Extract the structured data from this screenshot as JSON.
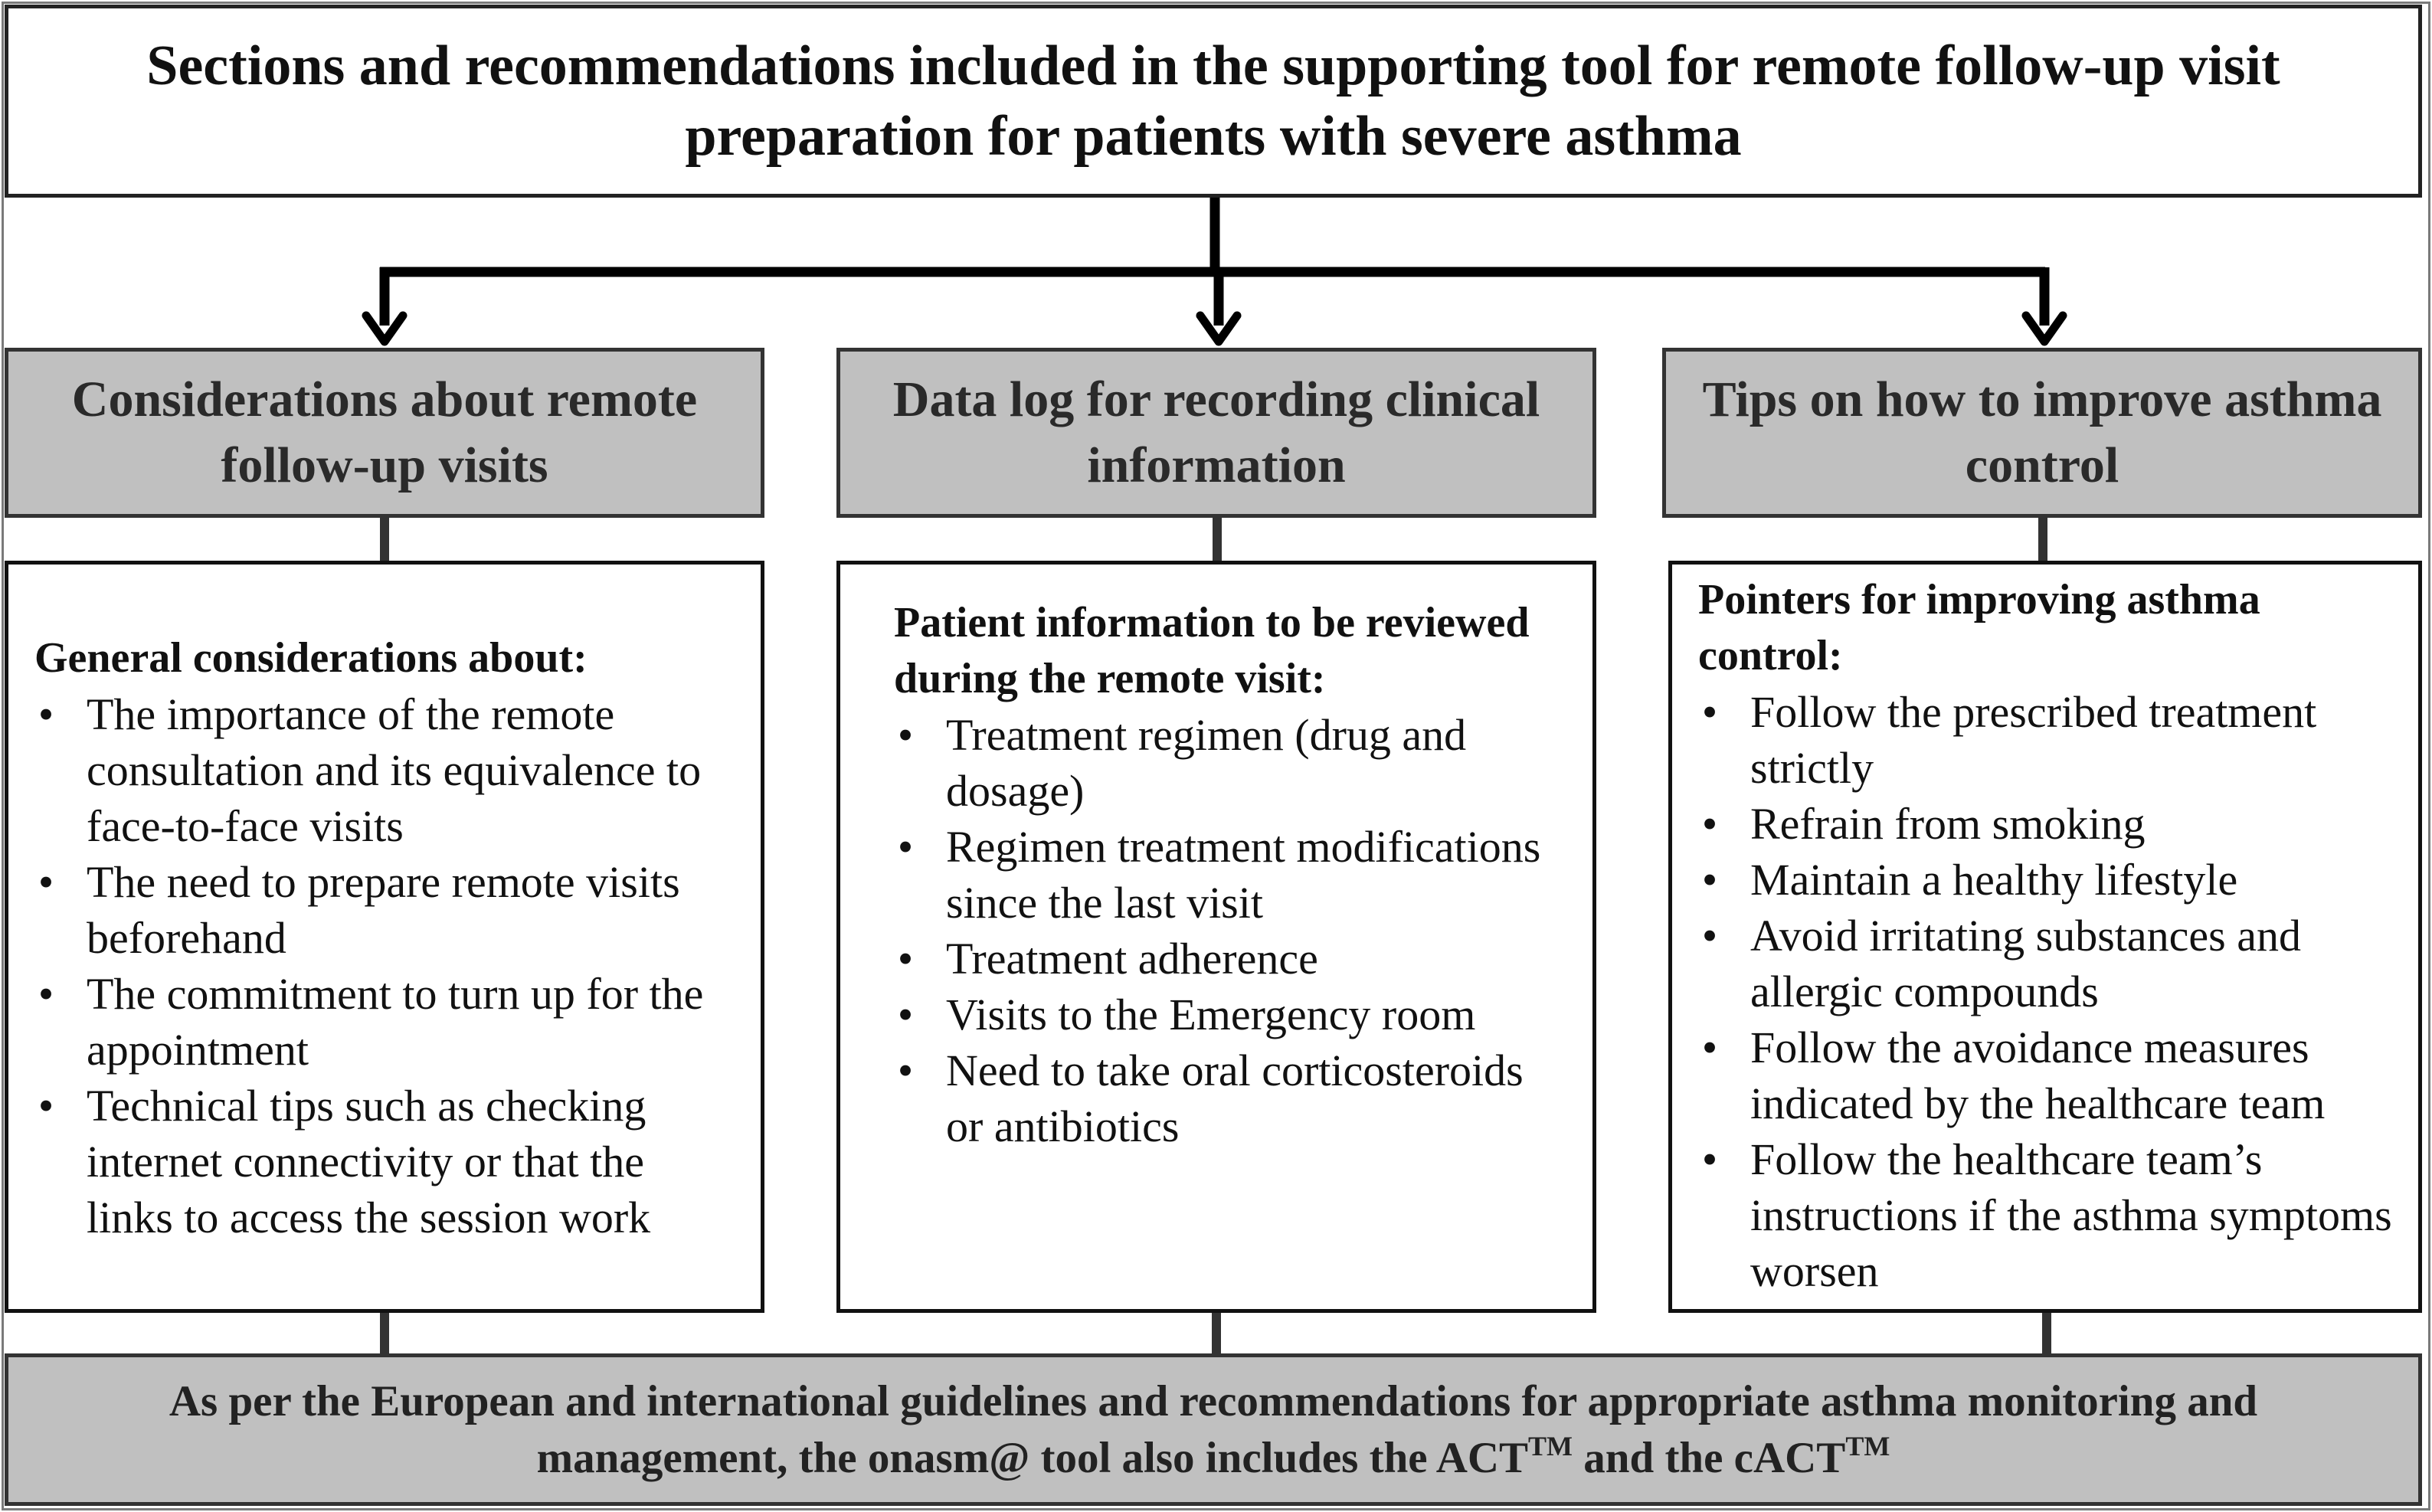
{
  "title": "Sections and recommendations included in the supporting tool for remote follow-up visit preparation for patients with severe asthma",
  "sections": [
    {
      "heading": "Considerations about remote follow-up visits",
      "content_title": "General considerations about:",
      "items": [
        "The importance of the remote consultation and its equivalence to face-to-face visits",
        "The need to prepare remote visits beforehand",
        "The commitment to turn up for the appointment",
        "Technical tips such as checking internet connectivity or that the links to access the session work"
      ]
    },
    {
      "heading": "Data log for recording clinical information",
      "content_title": "Patient information to be reviewed during the remote visit:",
      "items": [
        "Treatment regimen (drug and dosage)",
        "Regimen treatment modifications since the last visit",
        "Treatment adherence",
        "Visits to the Emergency room",
        "Need to take oral corticosteroids or antibiotics"
      ]
    },
    {
      "heading": "Tips on how to improve asthma control",
      "content_title": "Pointers for improving asthma control:",
      "items": [
        "Follow the prescribed treatment strictly",
        "Refrain from smoking",
        "Maintain a healthy lifestyle",
        "Avoid irritating substances and allergic compounds",
        "Follow the avoidance measures indicated by the healthcare team",
        "Follow the healthcare team’s instructions if the asthma symptoms worsen"
      ]
    }
  ],
  "footer": {
    "line1": "As per the European and international guidelines and recommendations for appropriate asthma monitoring and",
    "line2_a": "management, the onasm@ tool also includes the ACT",
    "tm1": "TM",
    "line2_b": " and the cACT",
    "tm2": "TM"
  },
  "bullet": "•",
  "colors": {
    "header_fill": "#c0c0c0",
    "border": "#222222",
    "arrow": "#000000"
  }
}
